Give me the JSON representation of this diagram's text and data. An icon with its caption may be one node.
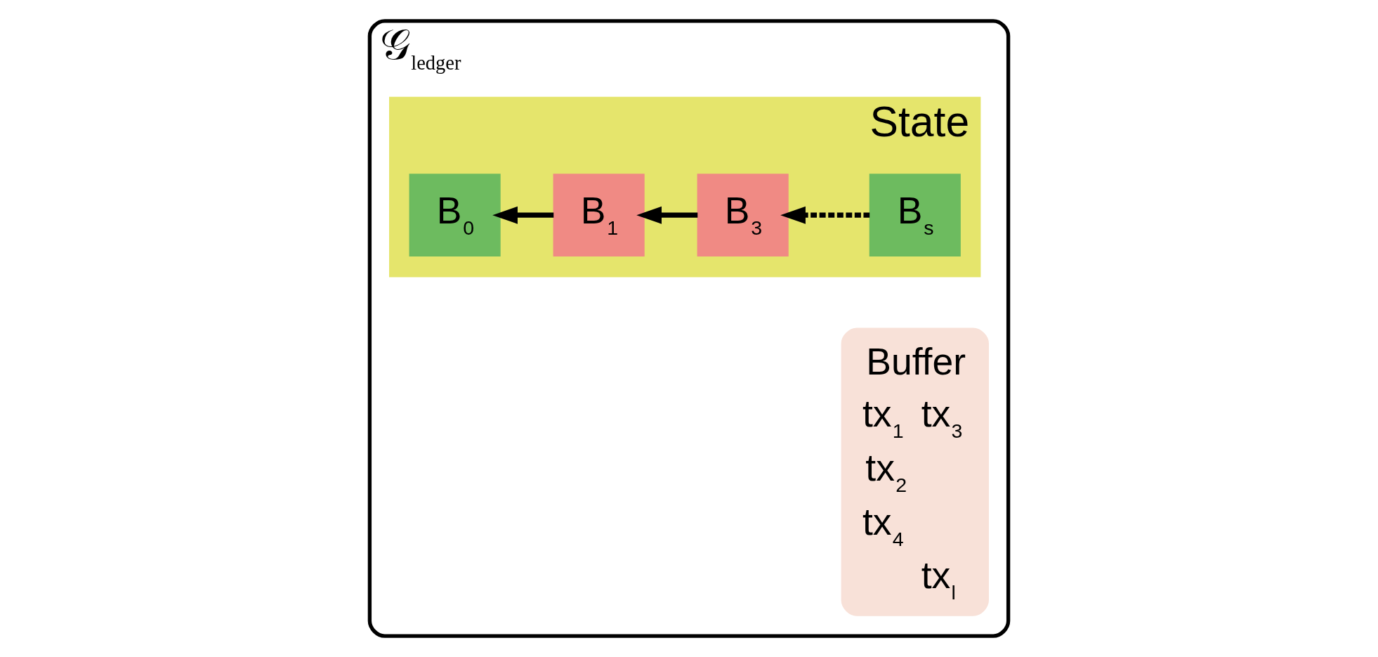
{
  "diagram": {
    "nodes": [
      {
        "text": [
          "𝒢$_{ledger}$"
        ]
      },
      {
        "text": [
          "State"
        ],
        "in": 0
      },
      {
        "text": [
          "B$_{0}$"
        ],
        "in": 1
      },
      {
        "text": [
          "B$_{1}$"
        ],
        "in": 1
      },
      {
        "text": [
          "B$_{3}$"
        ],
        "in": 1
      },
      {
        "text": [
          "B$_{s}$"
        ],
        "in": 1
      },
      {
        "text": [
          "Buffer",
          "tx$_{1}$",
          "tx$_{3}$",
          "tx$_{2}$",
          "tx$_{4}$",
          "tx$_{l}$"
        ],
        "in": 0
      }
    ],
    "edges": [
      {
        "from": 3,
        "to": 2,
        "arrow": "to"
      },
      {
        "from": 4,
        "to": 3,
        "arrow": "to"
      },
      {
        "from": 5,
        "to": 4,
        "arrow": "to",
        "style": "dashed"
      }
    ]
  }
}
